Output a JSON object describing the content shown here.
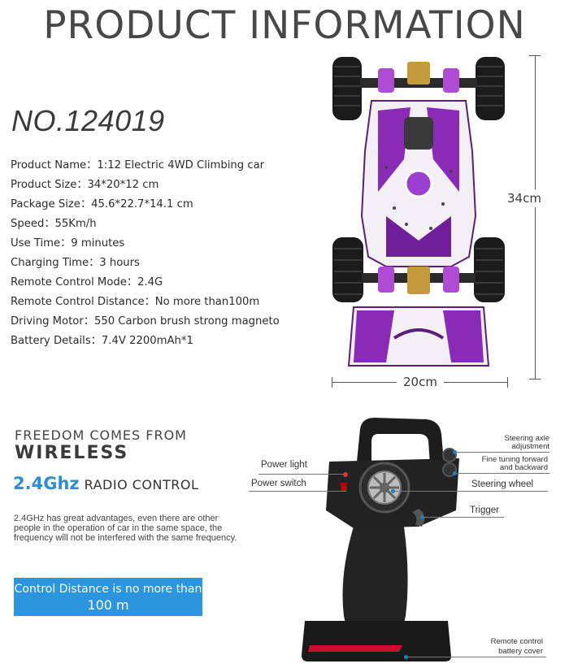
{
  "header": {
    "title": "PRODUCT INFORMATION"
  },
  "product": {
    "model_no": "NO.124019",
    "specs": [
      {
        "label": "Product Name",
        "value": "1:12 Electric 4WD Climbing car"
      },
      {
        "label": "Product Size",
        "value": "34*20*12 cm"
      },
      {
        "label": "Package Size",
        "value": "45.6*22.7*14.1 cm"
      },
      {
        "label": "Speed",
        "value": "55Km/h"
      },
      {
        "label": "Use Time",
        "value": "9 minutes"
      },
      {
        "label": "Charging Time",
        "value": "3 hours"
      },
      {
        "label": "Remote Control Mode",
        "value": "2.4G"
      },
      {
        "label": "Remote Control Distance",
        "value": "No more than100m"
      },
      {
        "label": "Driving Motor",
        "value": "550 Carbon brush strong magneto"
      },
      {
        "label": "Battery Details",
        "value": "7.4V 2200mAh*1"
      }
    ],
    "dimensions": {
      "length": "34cm",
      "width": "20cm"
    }
  },
  "radio": {
    "headline_small": "FREEDOM COMES FROM",
    "headline_big": "WIRELESS",
    "ghz": "2.4Ghz",
    "radio_control": "RADIO CONTROL",
    "description": "2.4GHz has great advantages, even there are other people in the operation of car in the same space, the frequency will not be interfered with the same frequency.",
    "distance_line1": "Control Distance is no more than",
    "distance_line2": "100 m"
  },
  "remote_labels": {
    "power_light": "Power light",
    "power_switch": "Power switch",
    "steering_axle_1": "Steering axle",
    "steering_axle_2": "adjustment",
    "fine_tuning_1": "Fine tuning forward",
    "fine_tuning_2": "and backward",
    "steering_wheel": "Steering wheel",
    "trigger": "Trigger",
    "battery_cover_1": "Remote control",
    "battery_cover_2": "battery cover"
  },
  "colors": {
    "accent_blue": "#2b95de",
    "car_purple": "#8a2bb8",
    "text_dark": "#333333"
  }
}
